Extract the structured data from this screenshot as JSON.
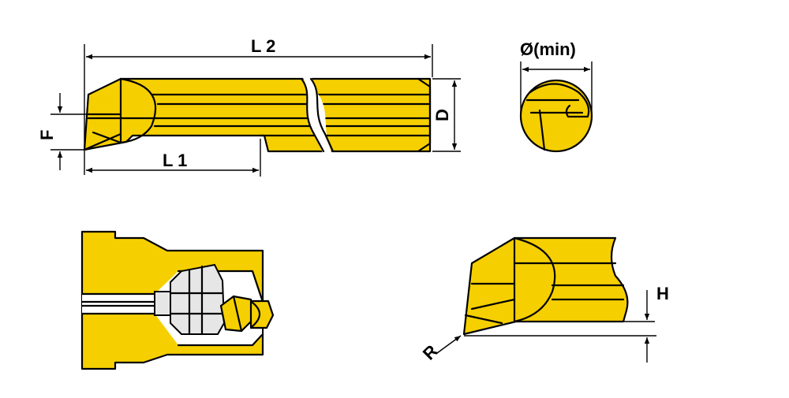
{
  "labels": {
    "l2": "L 2",
    "l1": "L 1",
    "f": "F",
    "d": "D",
    "dmin": "Ø(min)",
    "h": "H",
    "r": "R"
  },
  "colors": {
    "insert": "#f5cf00",
    "outline": "#000000",
    "bore": "#e6e6e6"
  },
  "icons": [
    "arrow-icon"
  ]
}
